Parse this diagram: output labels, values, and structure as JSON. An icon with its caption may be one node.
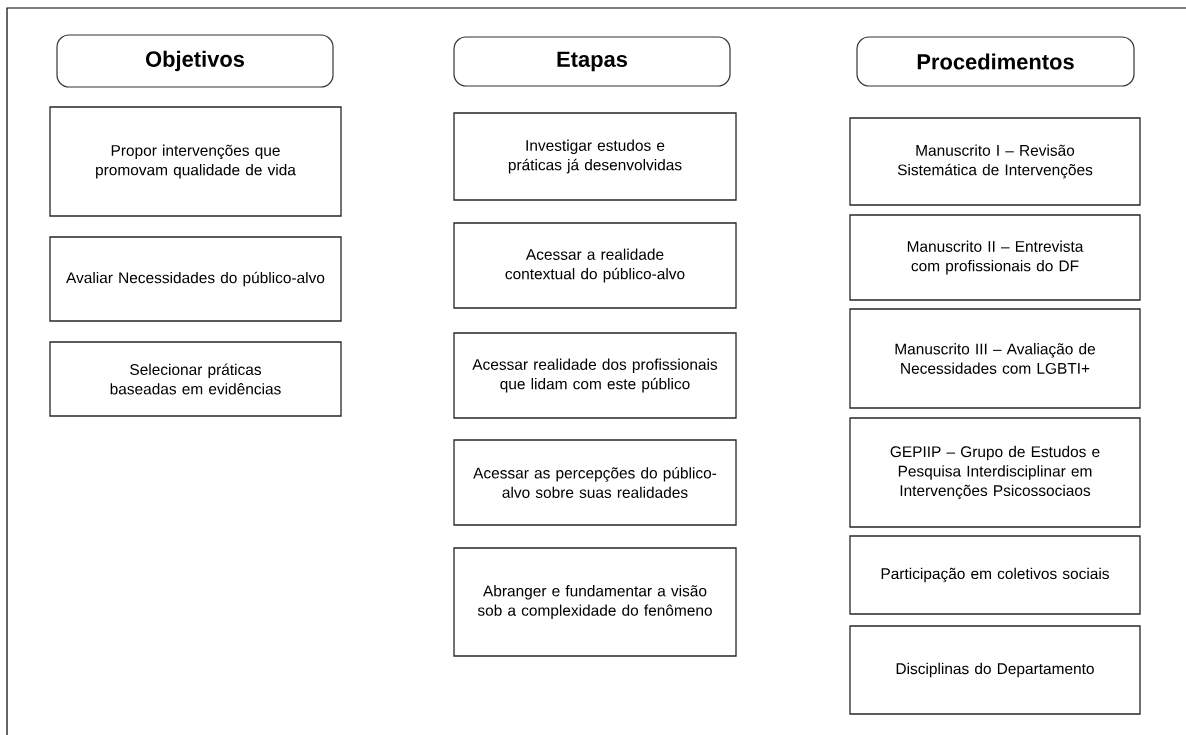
{
  "diagram": {
    "nodes": [
      {
        "text": [
          "Objetivos"
        ]
      },
      {
        "text": [
          "Propor intervenções que promovam qualidade de vida"
        ]
      },
      {
        "text": [
          "Avaliar Necessidades do público-alvo"
        ]
      },
      {
        "text": [
          "Selecionar práticas baseadas em evidências"
        ]
      },
      {
        "text": [
          "Etapas"
        ]
      },
      {
        "text": [
          "Investigar estudos e práticas já desenvolvidas"
        ]
      },
      {
        "text": [
          "Acessar a realidade contextual do público-alvo"
        ]
      },
      {
        "text": [
          "Acessar realidade dos profissionais que lidam com este público"
        ]
      },
      {
        "text": [
          "Acessar as percepções do público-alvo sobre suas realidades"
        ]
      },
      {
        "text": [
          "Abranger e fundamentar a visão sob a complexidade do fenômeno"
        ]
      },
      {
        "text": [
          "Procedimentos"
        ]
      },
      {
        "text": [
          "Manuscrito I – Revisão Sistemática de Intervenções"
        ]
      },
      {
        "text": [
          "Manuscrito II – Entrevista com profissionais do DF"
        ]
      },
      {
        "text": [
          "Manuscrito III – Avaliação de Necessidades com LGBTI+"
        ]
      },
      {
        "text": [
          "GEPIIP – Grupo de Estudos e Pesquisa Interdisciplinar em Intervenções Psicossociaos"
        ]
      },
      {
        "text": [
          "Participação em coletivos sociais"
        ]
      },
      {
        "text": [
          "Disciplinas do Departamento"
        ]
      }
    ]
  }
}
